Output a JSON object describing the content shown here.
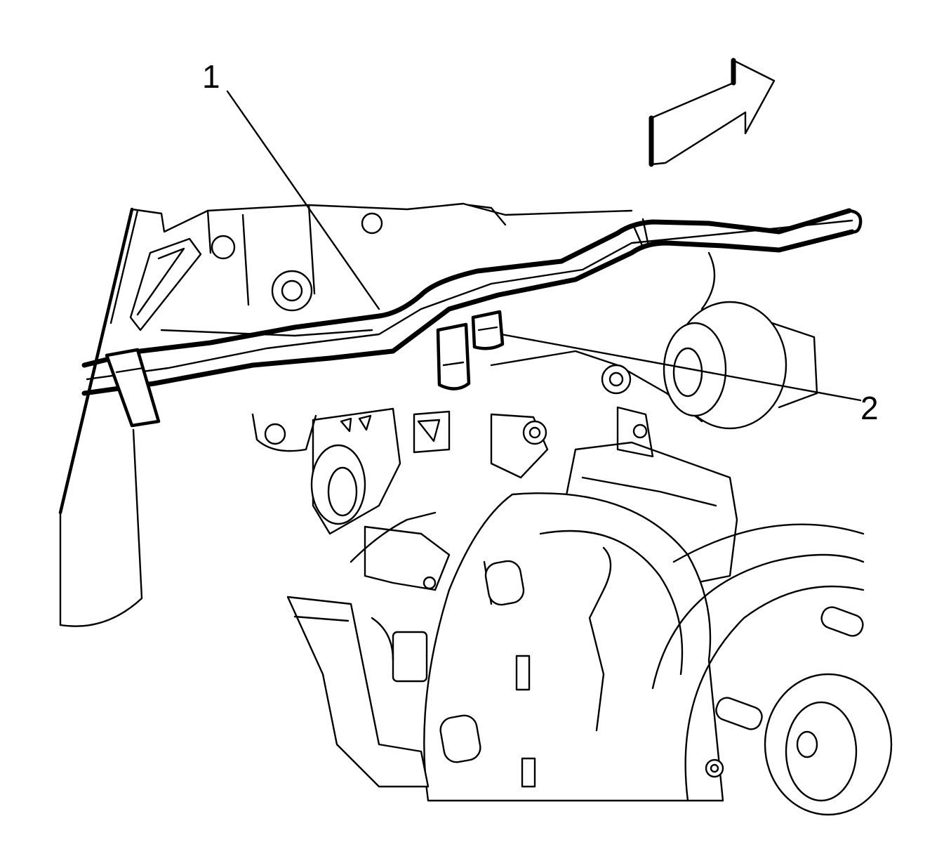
{
  "callouts": [
    {
      "id": "1",
      "label": "1",
      "target": "line"
    },
    {
      "id": "2",
      "label": "2",
      "target": "clip"
    }
  ],
  "colors": {
    "ink": "#000000",
    "background": "#ffffff"
  },
  "icons": [
    "direction-arrow-icon"
  ]
}
